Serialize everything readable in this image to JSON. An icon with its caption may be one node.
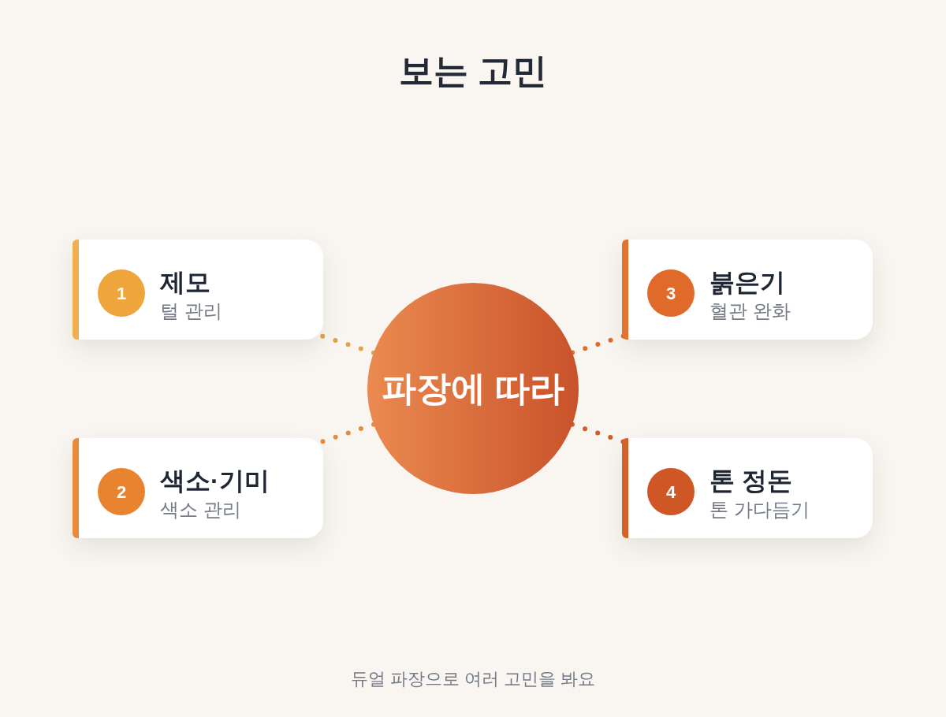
{
  "diagram": {
    "title": "보는 고민",
    "caption": "듀얼 파장으로 여러 고민을 봐요",
    "nodes": [
      {
        "text": [
          "파장에 따라"
        ]
      },
      {
        "text": [
          "제모",
          "털 관리"
        ]
      },
      {
        "text": [
          "1"
        ],
        "in": 1
      },
      {
        "text": [
          "색소·기미",
          "색소 관리"
        ]
      },
      {
        "text": [
          "2"
        ],
        "in": 3
      },
      {
        "text": [
          "붉은기",
          "혈관 완화"
        ]
      },
      {
        "text": [
          "3"
        ],
        "in": 5
      },
      {
        "text": [
          "톤 정돈",
          "톤 가다듬기"
        ]
      },
      {
        "text": [
          "4"
        ],
        "in": 7
      }
    ],
    "edges": [
      {
        "from": 0,
        "to": 1,
        "arrow": "none",
        "color": "#eaa142"
      },
      {
        "from": 0,
        "to": 3,
        "arrow": "none",
        "color": "#e98a3a"
      },
      {
        "from": 0,
        "to": 5,
        "arrow": "none",
        "color": "#de6d2e"
      },
      {
        "from": 0,
        "to": 7,
        "arrow": "none",
        "color": "#d05c2a"
      }
    ]
  }
}
